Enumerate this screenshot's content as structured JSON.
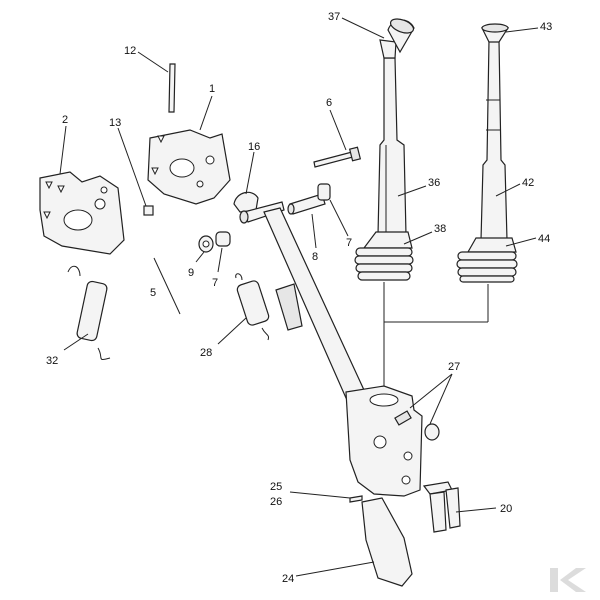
{
  "parts": {
    "p1": "1",
    "p2": "2",
    "p5": "5",
    "p6": "6",
    "p7a": "7",
    "p7b": "7",
    "p8": "8",
    "p9": "9",
    "p12": "12",
    "p13": "13",
    "p16": "16",
    "p20": "20",
    "p24": "24",
    "p25": "25",
    "p26": "26",
    "p27": "27",
    "p28": "28",
    "p32": "32",
    "p36": "36",
    "p37": "37",
    "p38": "38",
    "p42": "42",
    "p43": "43",
    "p44": "44"
  },
  "watermark": {
    "icon": "k-logo-icon",
    "color": "#dcdcdc"
  }
}
